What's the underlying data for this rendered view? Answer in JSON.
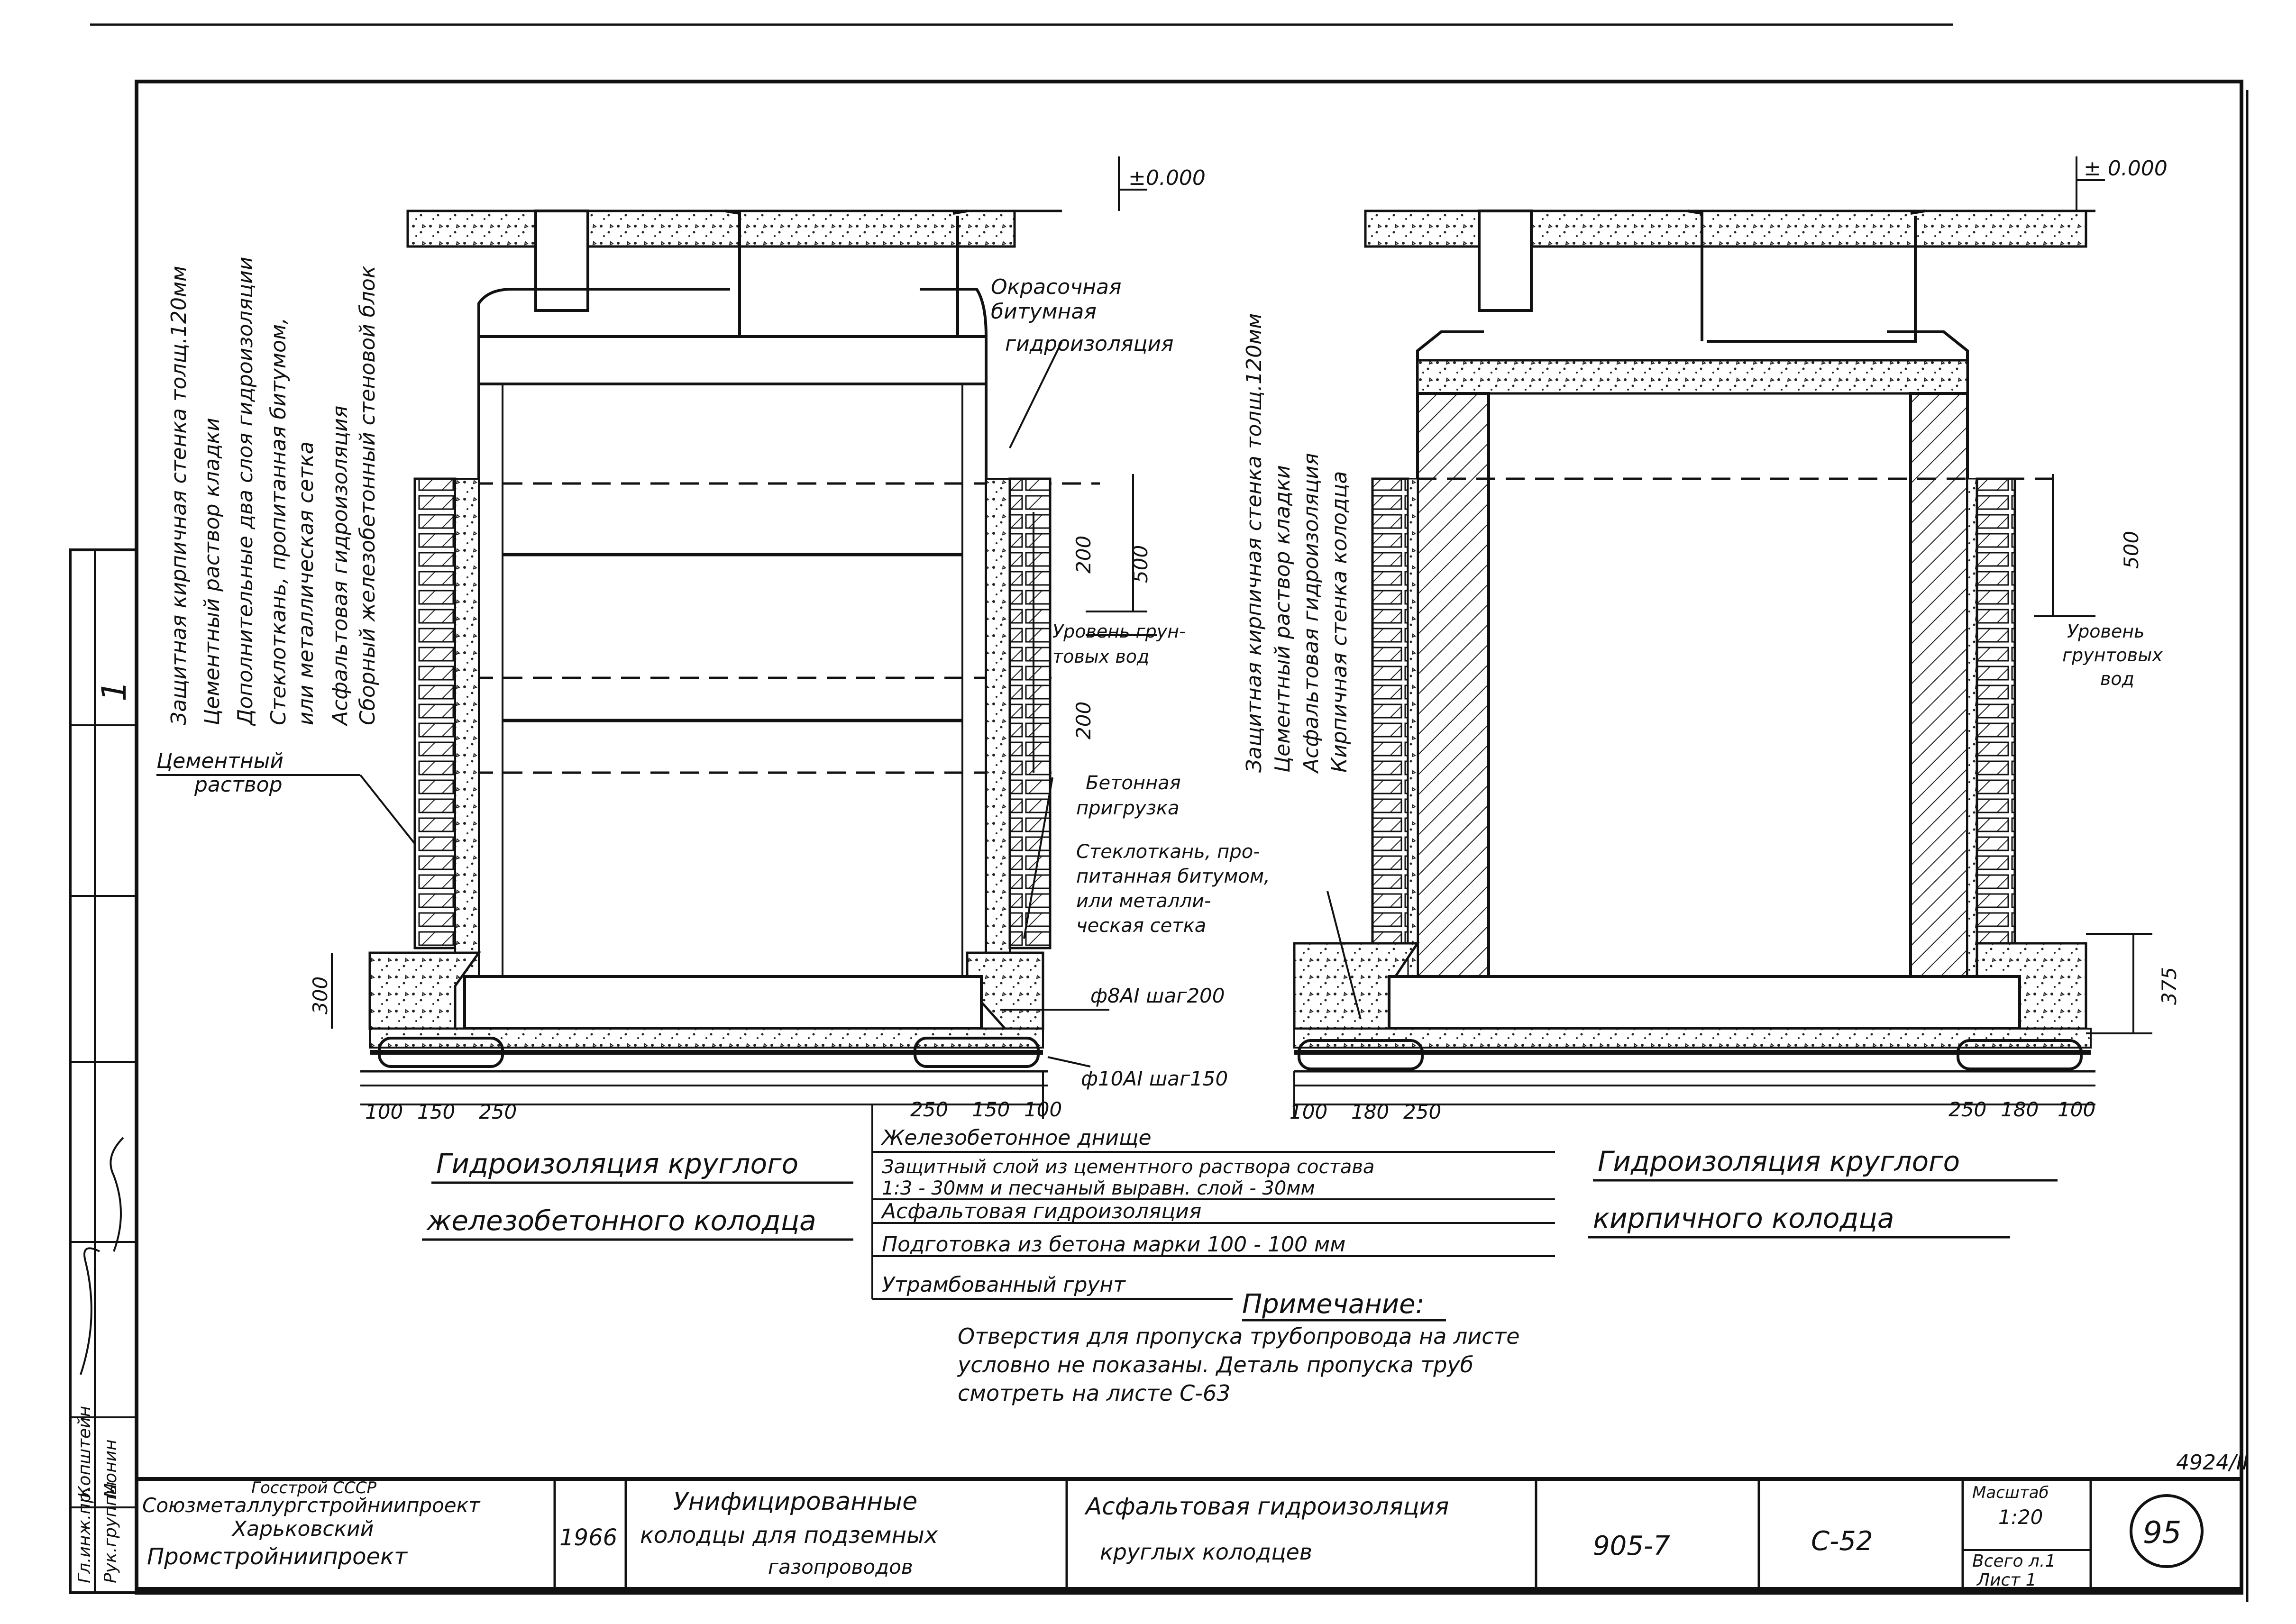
{
  "elevation_left": "±0.000",
  "elevation_right": "± 0.000",
  "left_vertical_labels": [
    "Защитная кирпичная стенка толщ.120мм",
    "Цементный раствор кладки",
    "Дополнительные два слоя гидроизоляции",
    "Стеклоткань, пропитанная битумом,",
    "или металлическая сетка",
    "Асфальтовая гидроизоляция",
    "Сборный железобетонный стеновой блок"
  ],
  "right_vertical_labels": [
    "Защитная кирпичная стенка толщ.120мм",
    "Цементный раствор кладки",
    "Асфальтовая гидроизоляция",
    "Кирпичная стенка колодца"
  ],
  "paint_bitumen": [
    "Окрасочная",
    "битумная",
    "гидроизоляция"
  ],
  "groundwater_left": [
    "Уровень грун-",
    "товых вод"
  ],
  "groundwater_right": [
    "Уровень",
    "грунтовых",
    "вод"
  ],
  "cement_mortar": [
    "Цементный",
    "раствор"
  ],
  "concrete_ballast": [
    "Бетонная",
    "пригрузка"
  ],
  "fiberglass": [
    "Стеклоткань, про-",
    "питанная битумом,",
    "или металли-",
    "ческая сетка"
  ],
  "rebar_top": "ф8АI шаг200",
  "rebar_bottom": "ф10АI шаг150",
  "dims": {
    "d500_left": "500",
    "d200_a": "200",
    "d200_b": "200",
    "d300": "300",
    "d500_right": "500",
    "d375": "375",
    "bottom_left": [
      "100",
      "150",
      "250"
    ],
    "bottom_mid": [
      "250",
      "150",
      "100"
    ],
    "bottom_right_a": [
      "100",
      "180",
      "250"
    ],
    "bottom_right_b": [
      "250",
      "180",
      "100"
    ]
  },
  "layers": [
    "Железобетонное днище",
    "Защитный слой из цементного раствора состава",
    "1:3 - 30мм и песчаный выравн. слой - 30мм",
    "Асфальтовая гидроизоляция",
    "Подготовка из бетона марки 100 - 100 мм",
    "Утрамбованный грунт"
  ],
  "title_left": [
    "Гидроизоляция круглого",
    "железобетонного колодца"
  ],
  "title_right": [
    "Гидроизоляция круглого",
    "кирпичного колодца"
  ],
  "note_title": "Примечание:",
  "note_lines": [
    "Отверстия для пропуска трубопровода на листе",
    "условно не показаны. Деталь пропуска труб",
    "смотреть на листе С-63"
  ],
  "side_stamp": {
    "sheet_num": "1",
    "roles": [
      "Гл.инж.пр.",
      "Рук.группы"
    ],
    "names": [
      "Копштейн",
      "Монин"
    ]
  },
  "title_block": {
    "org": [
      "Госстрой СССР",
      "Союзметаллургстройниипроект",
      "Харьковский",
      "Промстройниипроект"
    ],
    "year": "1966",
    "project": [
      "Унифицированные",
      "колодцы для подземных",
      "газопроводов"
    ],
    "sheet_title": [
      "Асфальтовая гидроизоляция",
      "круглых колодцев"
    ],
    "series": "905-7",
    "sheet_code": "С-52",
    "scale_label": "Масштаб",
    "scale": "1:20",
    "sheets_total": "Всего л.1",
    "sheet_no": "Лист 1",
    "page_num": "95",
    "archive": "4924/II"
  }
}
